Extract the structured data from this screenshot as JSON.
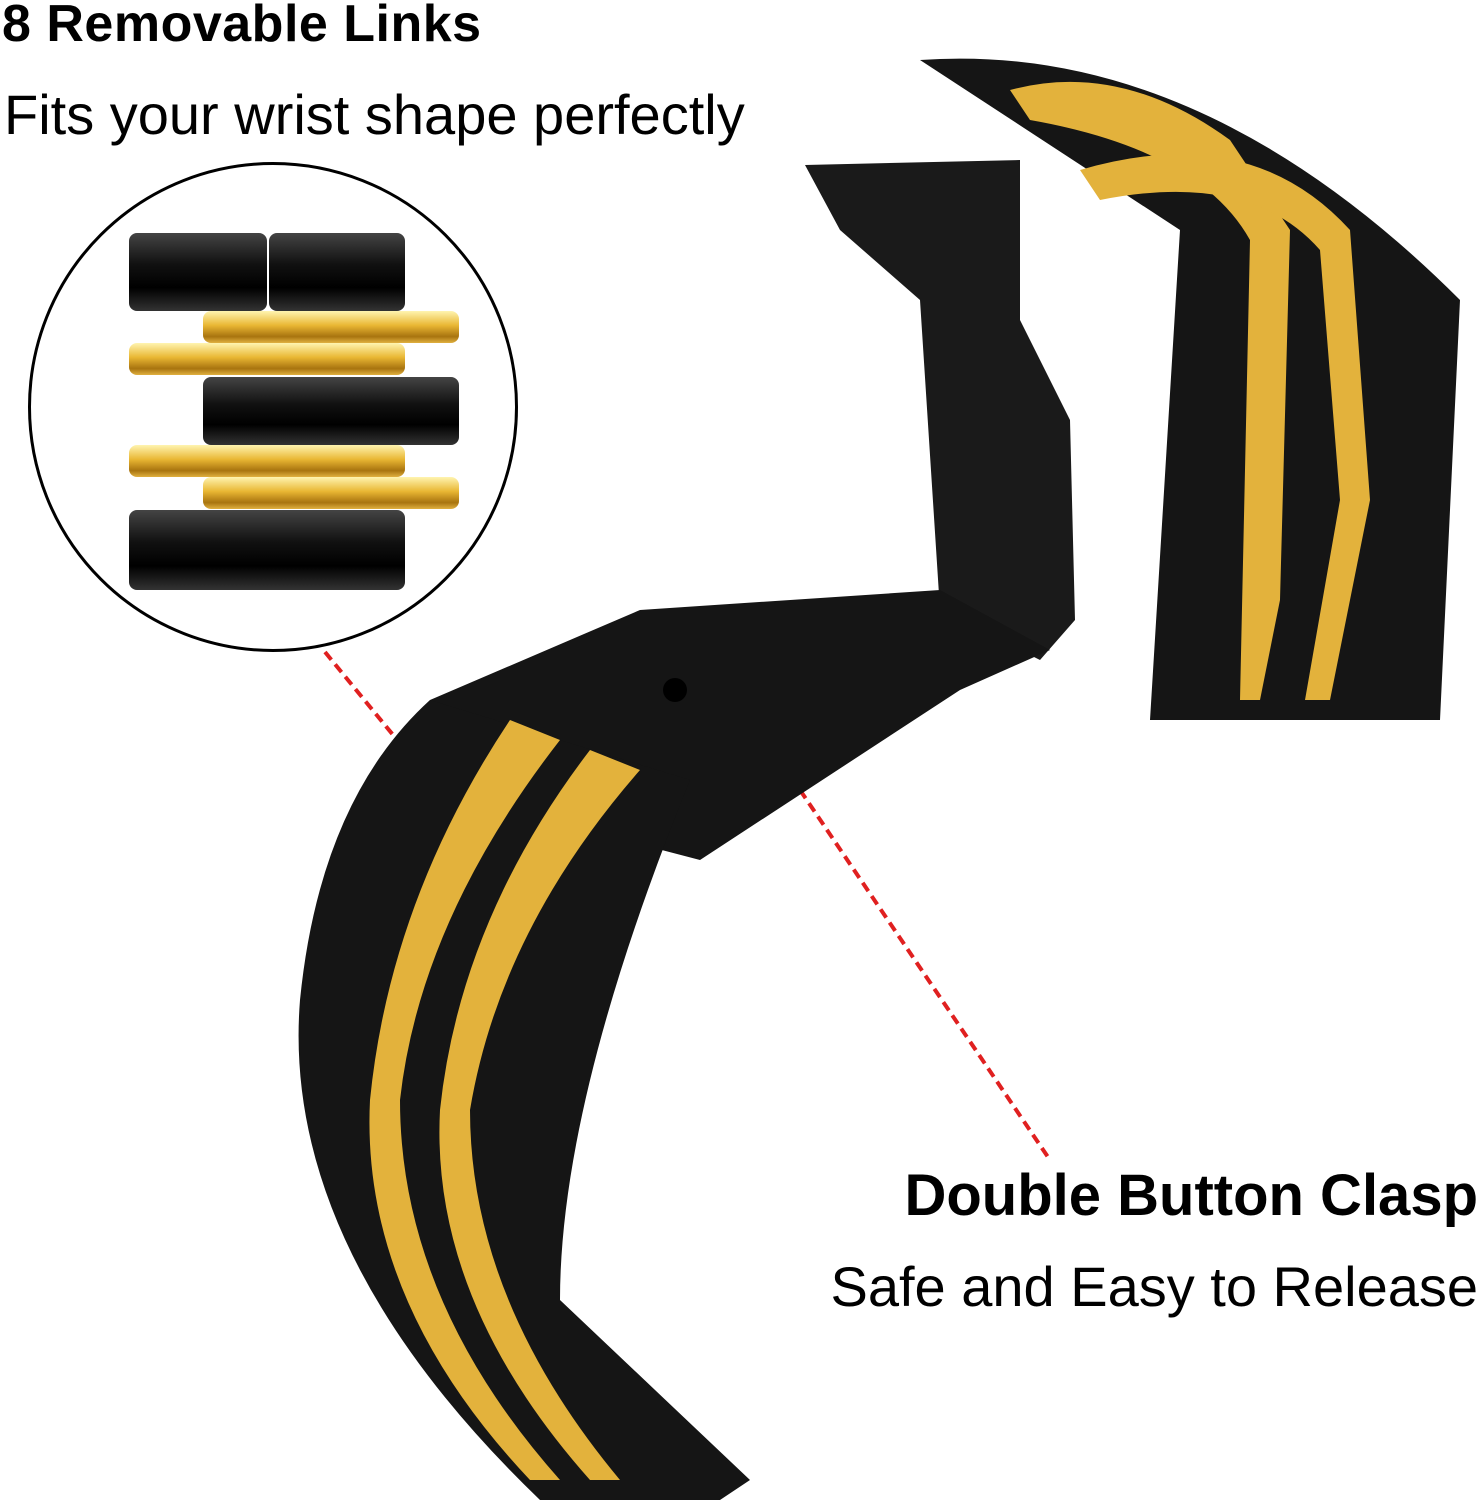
{
  "top_callout": {
    "title": "8 Removable Links",
    "subtitle": "Fits your wrist shape perfectly"
  },
  "bottom_callout": {
    "title": "Double Button Clasp",
    "subtitle": "Safe and Easy to Release"
  },
  "colors": {
    "band_black": "#111111",
    "band_gold": "#e3b23c",
    "pointer_red": "#e02020",
    "background": "#ffffff"
  }
}
